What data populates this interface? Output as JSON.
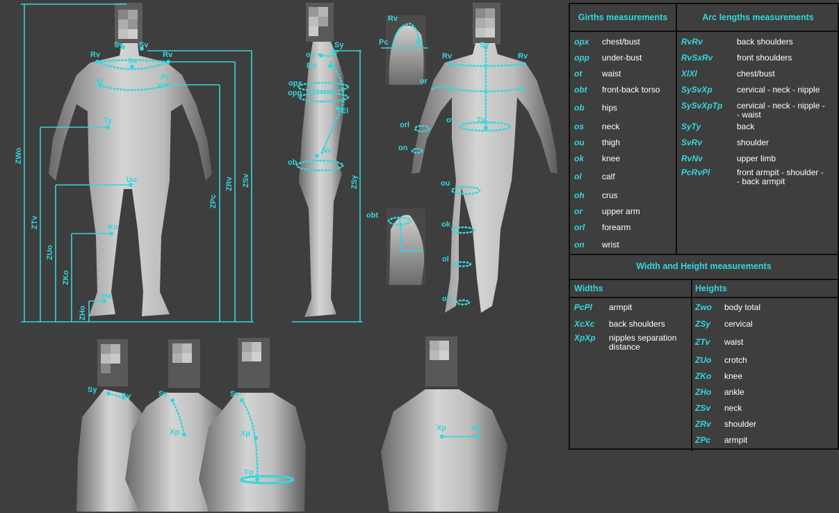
{
  "colors": {
    "accent": "#35d6dc",
    "background": "#3e3e3e",
    "border": "#0e0e0e",
    "text": "#ffffff"
  },
  "tables": {
    "girths": {
      "title": "Girths measurements",
      "rows": [
        {
          "code": "opx",
          "desc": "chest/bust"
        },
        {
          "code": "opp",
          "desc": "under-bust"
        },
        {
          "code": "ot",
          "desc": "waist"
        },
        {
          "code": "obt",
          "desc": "front-back torso"
        },
        {
          "code": "ob",
          "desc": "hips"
        },
        {
          "code": "os",
          "desc": "neck"
        },
        {
          "code": "ou",
          "desc": "thigh"
        },
        {
          "code": "ok",
          "desc": "knee"
        },
        {
          "code": "ol",
          "desc": "calf"
        },
        {
          "code": "oh",
          "desc": "crus"
        },
        {
          "code": "or",
          "desc": "upper arm"
        },
        {
          "code": "orl",
          "desc": "forearm"
        },
        {
          "code": "on",
          "desc": "wrist"
        }
      ]
    },
    "arcs": {
      "title": "Arc lengths measurements",
      "rows": [
        {
          "code": "RvRv",
          "desc": "back shoulders"
        },
        {
          "code": "RvSxRv",
          "desc": "front shoulders"
        },
        {
          "code": "XlXl",
          "desc": "chest/bust"
        },
        {
          "code": "SySvXp",
          "desc": "cervical - neck - nipple"
        },
        {
          "code": "SySvXpTp",
          "desc": "cervical - neck - nipple -\n- waist"
        },
        {
          "code": "SyTy",
          "desc": "back"
        },
        {
          "code": "SvRv",
          "desc": "shoulder"
        },
        {
          "code": "RvNv",
          "desc": "upper limb"
        },
        {
          "code": "PcRvPl",
          "desc": "front armpit - shoulder -\n- back armpit"
        }
      ]
    },
    "width_height": {
      "title": "Width and Height measurements",
      "widths": {
        "title": "Widths",
        "rows": [
          {
            "code": "PcPl",
            "desc": "armpit"
          },
          {
            "code": "XcXc",
            "desc": "back shoulders"
          },
          {
            "code": "XpXp",
            "desc": "nipples separation\ndistance"
          }
        ]
      },
      "heights": {
        "title": "Heights",
        "rows": [
          {
            "code": "Zwo",
            "desc": "body total"
          },
          {
            "code": "ZSy",
            "desc": "cervical"
          },
          {
            "code": "ZTv",
            "desc": "waist"
          },
          {
            "code": "ZUo",
            "desc": "crotch"
          },
          {
            "code": "ZKo",
            "desc": "knee"
          },
          {
            "code": "ZHo",
            "desc": "ankle"
          },
          {
            "code": "ZSv",
            "desc": "neck"
          },
          {
            "code": "ZRv",
            "desc": "shoulder"
          },
          {
            "code": "ZPc",
            "desc": "armpit"
          }
        ]
      }
    }
  },
  "diagram": {
    "front_points": [
      "Sy",
      "Sv",
      "Rv",
      "Sx",
      "Rv",
      "Pc",
      "Xl",
      "Xl",
      "Ty",
      "Uo",
      "Ko",
      "Ho"
    ],
    "front_dims": [
      "ZWo",
      "ZTv",
      "ZUo",
      "ZKo",
      "ZHo",
      "ZPc",
      "ZRv",
      "ZSv"
    ],
    "side_points": [
      "os",
      "Sy",
      "Rv",
      "opx",
      "opp",
      "El",
      "Nv",
      "ob"
    ],
    "side_dims": [
      "ZSy"
    ],
    "shoulder_inset": [
      "Rv",
      "Pc",
      "Pl"
    ],
    "back_points": [
      "Rv",
      "Sy",
      "Rv",
      "or",
      "ot",
      "Ty",
      "orl",
      "on",
      "ou",
      "ok",
      "ol",
      "oh"
    ],
    "torso_inset": [
      "obt"
    ],
    "bottom_points": [
      "Sy",
      "Sv",
      "Sv",
      "Xp",
      "Sv",
      "Xp",
      "Tp",
      "Xp",
      "Xp"
    ]
  }
}
